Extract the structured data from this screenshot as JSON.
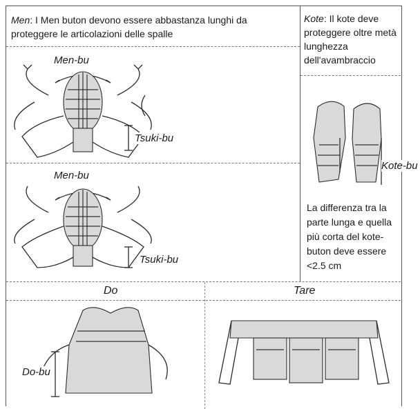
{
  "men": {
    "label": "Men",
    "text": "I Men buton devono essere abbastanza lunghi da proteggere le articolazioni delle spalle",
    "men_bu_1": "Men-bu",
    "tsuki_bu_1": "Tsuki-bu",
    "men_bu_2": "Men-bu",
    "tsuki_bu_2": "Tsuki-bu"
  },
  "kote": {
    "label": "Kote",
    "text": "Il kote deve proteggere oltre metà lunghezza dell'avambraccio",
    "kote_bu": "Kote-bu",
    "difference_text": "La differenza tra la parte lunga e quella più corta del kote-buton deve essere <2.5 cm"
  },
  "do": {
    "title": "Do",
    "do_bu": "Do-bu"
  },
  "tare": {
    "title": "Tare"
  }
}
